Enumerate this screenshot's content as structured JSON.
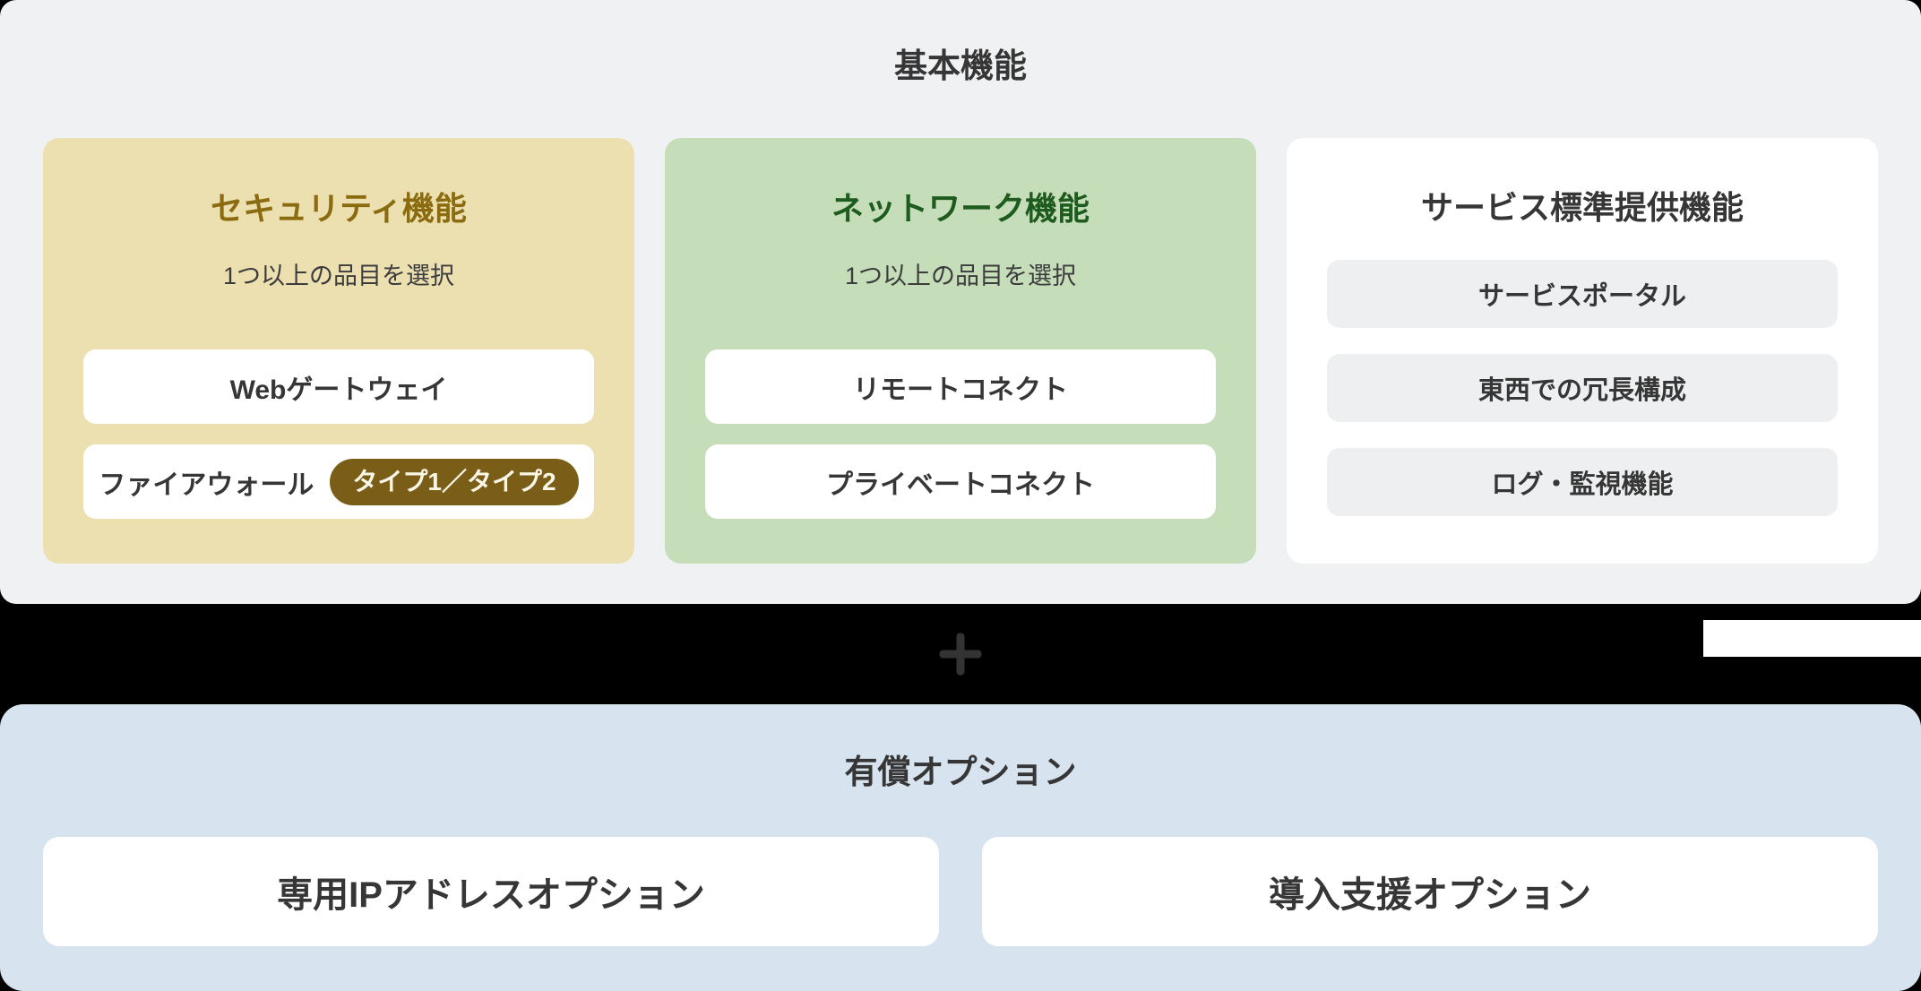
{
  "colors": {
    "page_background": "#000000",
    "basic_panel_bg": "#EFF1F2",
    "security_card_bg": "#EDE0B0",
    "security_title": "#8A6B10",
    "badge_bg": "#7A5D17",
    "badge_text": "#FAF6E8",
    "network_card_bg": "#C5DDB9",
    "network_title": "#1E5B1E",
    "standard_item_bg": "#EDEFF0",
    "options_panel_bg": "#D7E3EE",
    "text_dark": "#363636",
    "plus_icon": "#333333"
  },
  "basic": {
    "title": "基本機能",
    "cards": [
      {
        "title": "セキュリティ機能",
        "subtitle": "1つ以上の品目を選択",
        "items": [
          {
            "label": "Webゲートウェイ"
          },
          {
            "label": "ファイアウォール",
            "badge": "タイプ1／タイプ2"
          }
        ]
      },
      {
        "title": "ネットワーク機能",
        "subtitle": "1つ以上の品目を選択",
        "items": [
          {
            "label": "リモートコネクト"
          },
          {
            "label": "プライベートコネクト"
          }
        ]
      },
      {
        "title": "サービス標準提供機能",
        "items": [
          {
            "label": "サービスポータル"
          },
          {
            "label": "東西での冗長構成"
          },
          {
            "label": "ログ・監視機能"
          }
        ]
      }
    ]
  },
  "connector": {
    "plus_icon": "＋"
  },
  "options": {
    "title": "有償オプション",
    "cards": [
      {
        "label": "専用IPアドレスオプション"
      },
      {
        "label": "導入支援オプション"
      }
    ]
  }
}
